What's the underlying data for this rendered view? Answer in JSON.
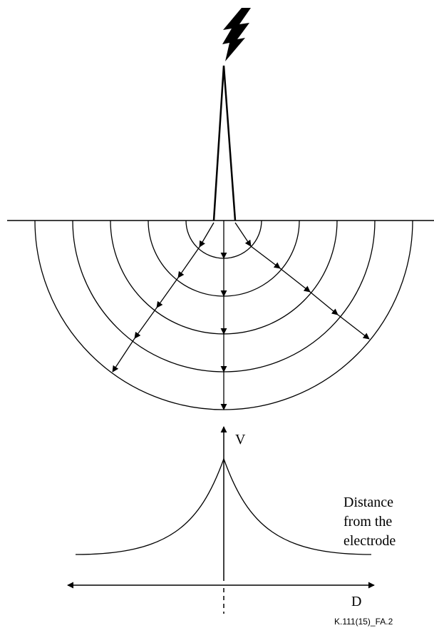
{
  "diagram": {
    "axis_v_label": "V",
    "axis_d_label": "D",
    "distance_label_lines": [
      "Distance",
      "from the",
      "electrode"
    ],
    "figure_code": "K.111(15)_FA.2",
    "colors": {
      "ink": "#000000",
      "background": "#ffffff"
    },
    "icons": [
      "lightning-bolt-icon"
    ]
  }
}
